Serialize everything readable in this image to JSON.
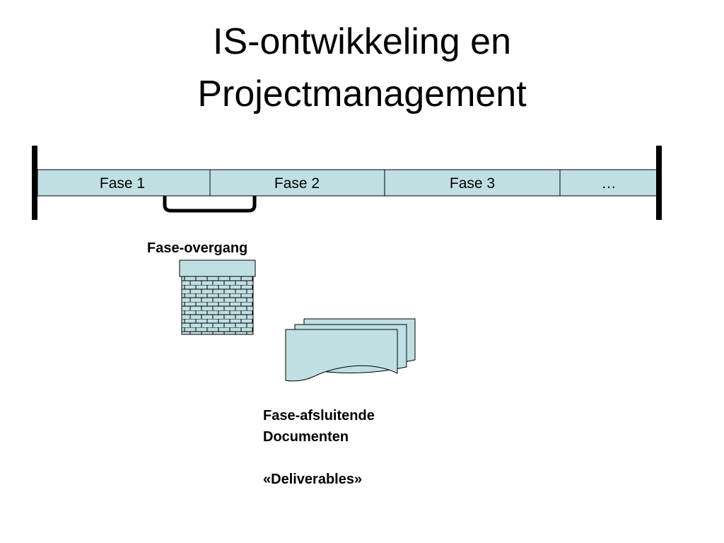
{
  "title": {
    "line1": "IS-ontwikkeling en",
    "line2": "Projectmanagement"
  },
  "timeline": {
    "phases": [
      "Fase 1",
      "Fase 2",
      "Fase 3",
      "…"
    ],
    "fill_color": "#c0dfe3",
    "border_color": "#000000"
  },
  "phase_transition": {
    "label": "Fase-overgang",
    "icon": "brick-wall-icon"
  },
  "deliverables": {
    "line1": "Fase-afsluitende",
    "line2": "Documenten",
    "line3": "«Deliverables»",
    "icon": "multiple-documents-icon",
    "fill_color": "#c0dfe3"
  }
}
